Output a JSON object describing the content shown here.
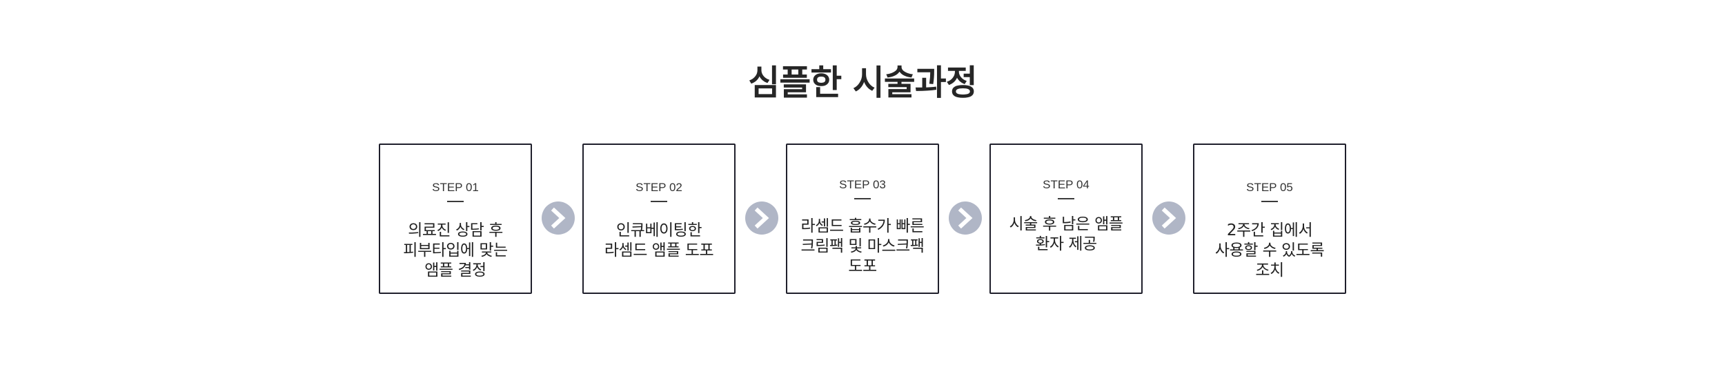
{
  "title": "심플한 시술과정",
  "accent_color": "#b0b6c6",
  "border_color": "#1f1f2b",
  "arrow_icon": "chevron-right-icon",
  "steps": [
    {
      "label": "STEP 01",
      "description": "의료진 상담 후\n피부타입에 맞는\n앰플 결정"
    },
    {
      "label": "STEP 02",
      "description": "인큐베이팅한\n라셈드 앰플 도포"
    },
    {
      "label": "STEP 03",
      "description": "라셈드 흡수가 빠른\n크림팩 및 마스크팩\n도포"
    },
    {
      "label": "STEP 04",
      "description": "시술 후 남은 앰플\n환자 제공"
    },
    {
      "label": "STEP 05",
      "description": "2주간 집에서\n사용할 수 있도록\n조치"
    }
  ]
}
